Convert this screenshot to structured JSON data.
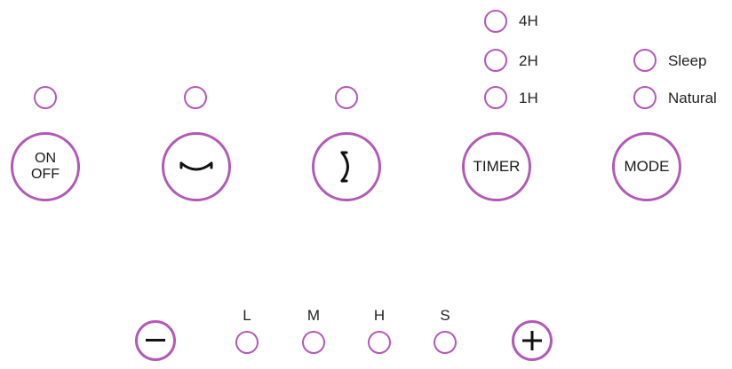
{
  "panel": {
    "power": {
      "line1": "ON",
      "line2": "OFF",
      "icon": "power-button"
    },
    "swing": {
      "icon": "swing-icon"
    },
    "rotate": {
      "icon": "rotate-icon"
    },
    "timer": {
      "label": "TIMER",
      "options": [
        "4H",
        "2H",
        "1H"
      ]
    },
    "mode": {
      "label": "MODE",
      "options": [
        "Sleep",
        "Natural"
      ]
    },
    "speed": {
      "decrease_icon": "minus-icon",
      "increase_icon": "plus-icon",
      "levels": [
        "L",
        "M",
        "H",
        "S"
      ]
    }
  },
  "colors": {
    "accent": "#b259b8",
    "text": "#222222",
    "background": "#ffffff"
  }
}
